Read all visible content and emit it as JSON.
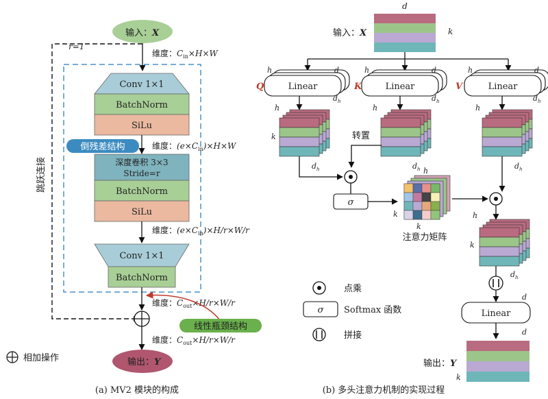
{
  "left": {
    "input_label": "输入：",
    "input_var": "X",
    "r_label": "r=1",
    "skip_label": "跳跃连接",
    "dim1": {
      "prefix": "维度：",
      "c": "C",
      "sub": "in",
      "rest": "×H×W"
    },
    "conv1": "Conv 1×1",
    "bn1": "BatchNorm",
    "silu1": "SiLu",
    "inv_res": "倒残差结构",
    "dim2": {
      "prefix": "维度：",
      "a": "(e×C",
      "sub": "in",
      "b": ")×H×W"
    },
    "dw_line1": "深度卷积 3×3",
    "dw_line2": "Stride=r",
    "bn2": "BatchNorm",
    "silu2": "SiLu",
    "dim3": {
      "prefix": "维度：",
      "a": "(e×C",
      "sub": "in",
      "b": ")×H/r×W/r"
    },
    "conv2": "Conv 1×1",
    "bn3": "BatchNorm",
    "dim4": {
      "prefix": "维度：",
      "c": "C",
      "sub": "out",
      "rest": "×H/r×W/r"
    },
    "linear_bottleneck": "线性瓶颈结构",
    "dim5": {
      "prefix": "维度：",
      "c": "C",
      "sub": "out",
      "rest": "×H/r×W/r"
    },
    "output_label": "输出：",
    "output_var": "Y",
    "add_legend": "相加操作",
    "caption": "(a) MV2 模块的构成"
  },
  "right": {
    "input_label": "输入：",
    "input_var": "X",
    "d": "d",
    "k": "k",
    "h": "h",
    "dh": "d",
    "dh_sub": "h",
    "q": "Q",
    "kk": "K",
    "v": "V",
    "linear": "Linear",
    "transpose": "转置",
    "sigma": "σ",
    "attn_matrix": "注意力矩阵",
    "legend_dot": "点乘",
    "legend_softmax": "Softmax 函数",
    "legend_concat": "拼接",
    "output_label": "输出：",
    "output_var": "Y",
    "caption": "(b) 多头注意力机制的实现过程"
  },
  "colors": {
    "red_row": "#b96b7f",
    "green_row": "#9cc58a",
    "purple_row": "#b9a9d3",
    "teal_row": "#6fb6b9",
    "input_ellipse": "#a8cf96",
    "output_ellipse": "#b0566e",
    "conv_fill": "#a8cdd8",
    "bn_fill": "#a8cf96",
    "silu_fill": "#eab9a0",
    "dw_fill": "#7fb3be",
    "inv_res_fill": "#3c8bc0",
    "linbot_fill": "#6ab04c",
    "dashed_blue": "#4a90c8",
    "red_accent": "#c0392b"
  }
}
